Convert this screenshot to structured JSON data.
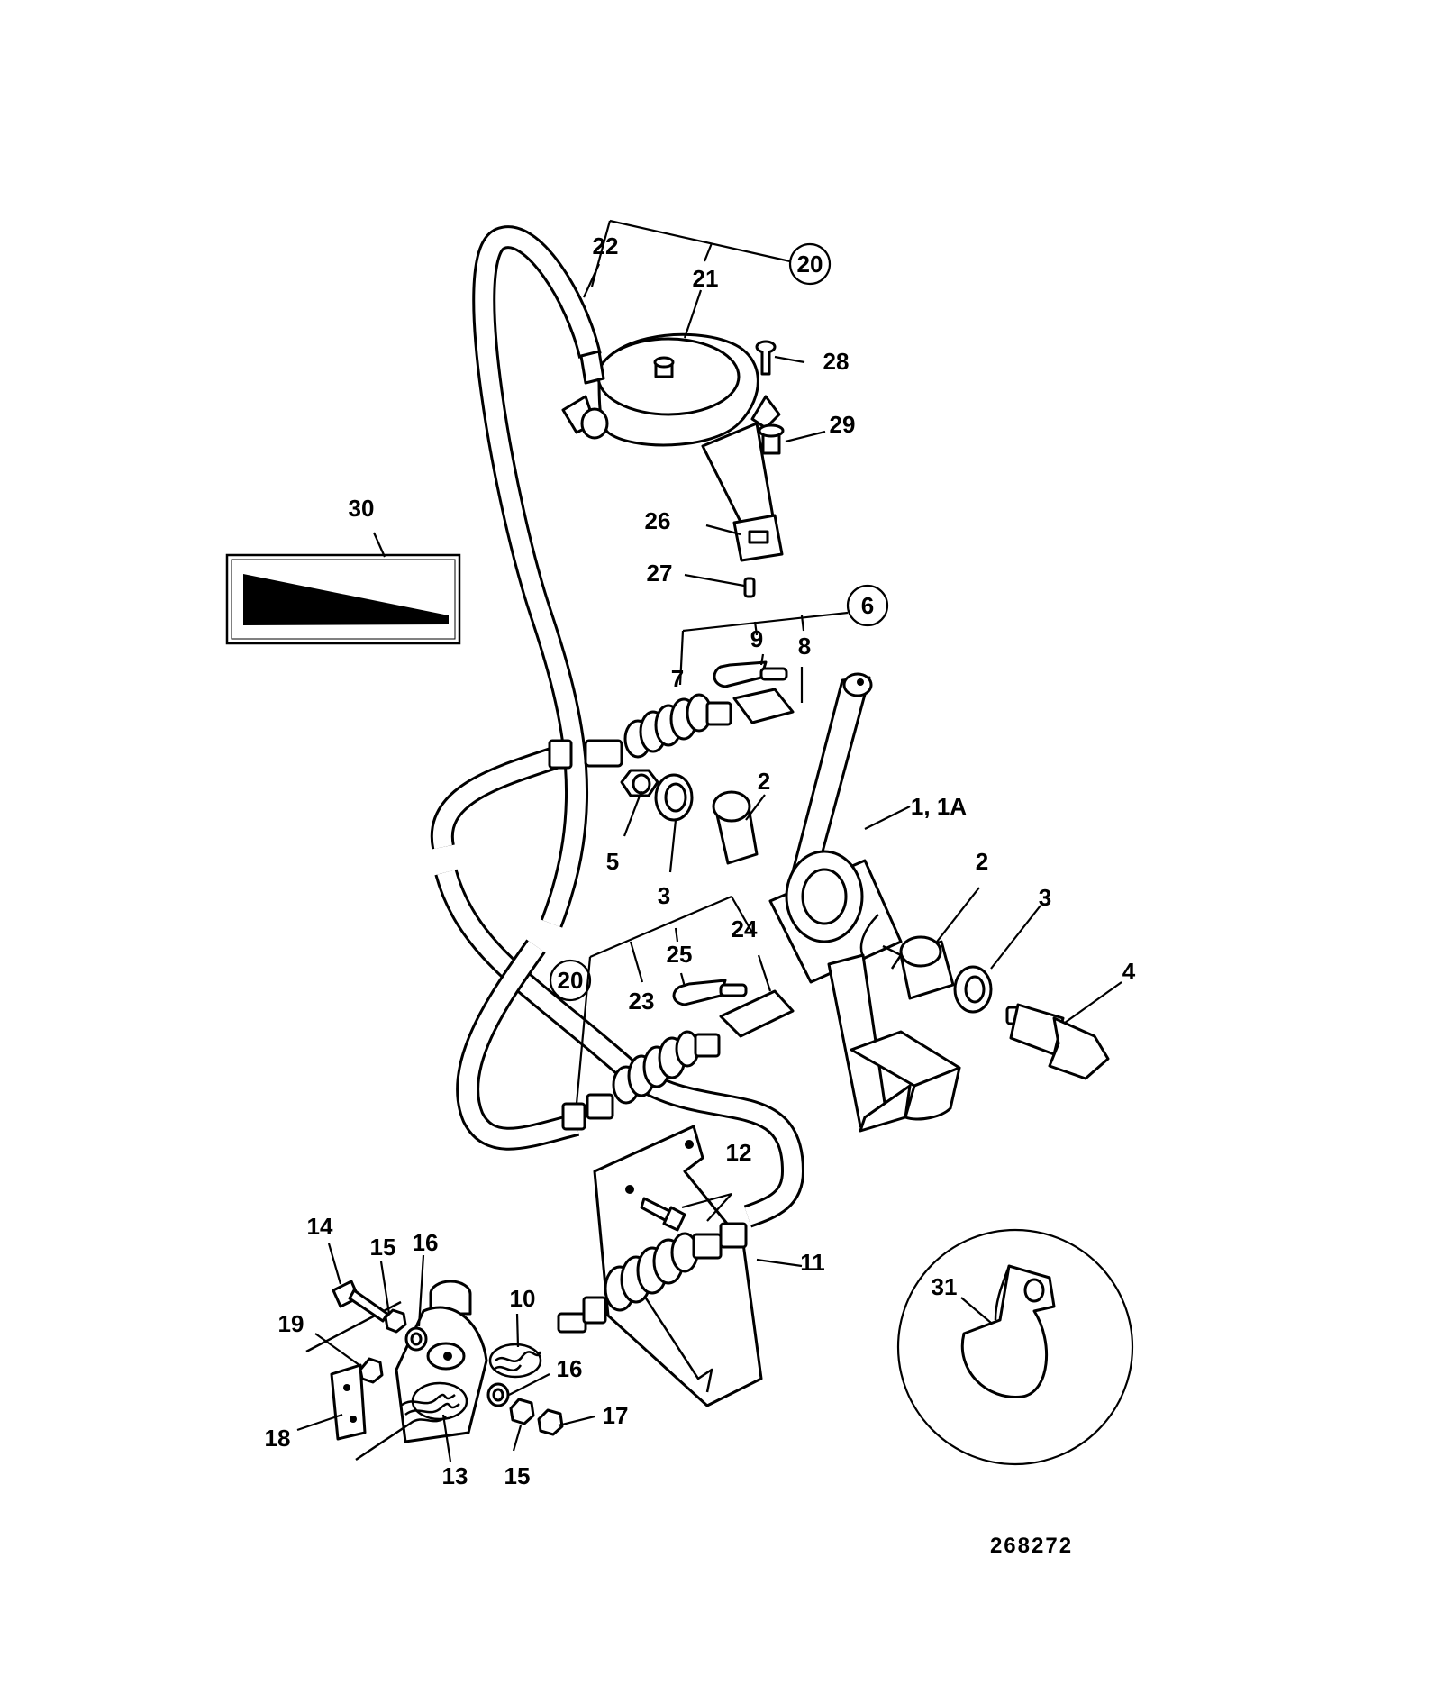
{
  "drawing_number": "268272",
  "callouts": {
    "c1": "1, 1A",
    "c2a": "2",
    "c2b": "2",
    "c3a": "3",
    "c3b": "3",
    "c4": "4",
    "c5": "5",
    "c6": "6",
    "c7": "7",
    "c8": "8",
    "c9": "9",
    "c10": "10",
    "c11": "11",
    "c12": "12",
    "c13": "13",
    "c14": "14",
    "c15a": "15",
    "c15b": "15",
    "c16a": "16",
    "c16b": "16",
    "c17": "17",
    "c18": "18",
    "c19": "19",
    "c20a": "20",
    "c20b": "20",
    "c21": "21",
    "c22": "22",
    "c23": "23",
    "c24": "24",
    "c25": "25",
    "c26": "26",
    "c27": "27",
    "c28": "28",
    "c29": "29",
    "c30": "30",
    "c31": "31"
  }
}
